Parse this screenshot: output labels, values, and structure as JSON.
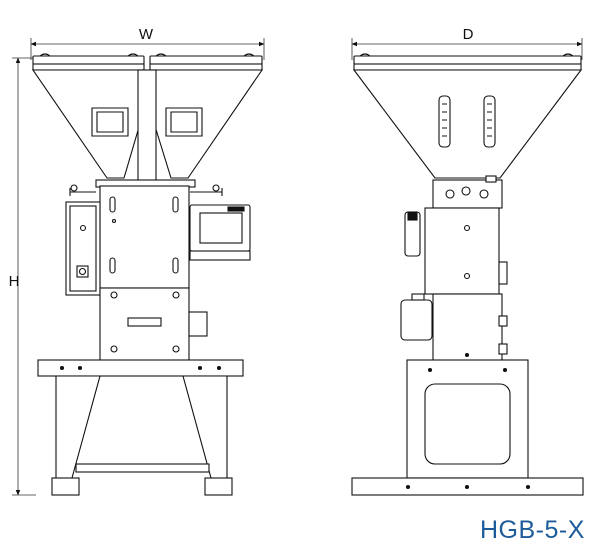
{
  "dimensions": {
    "width_label": "W",
    "depth_label": "D",
    "height_label": "H"
  },
  "model": {
    "name": "HGB-5-X"
  },
  "colors": {
    "line": "#111111",
    "label": "#1d5c9a",
    "dim": "#333333"
  }
}
